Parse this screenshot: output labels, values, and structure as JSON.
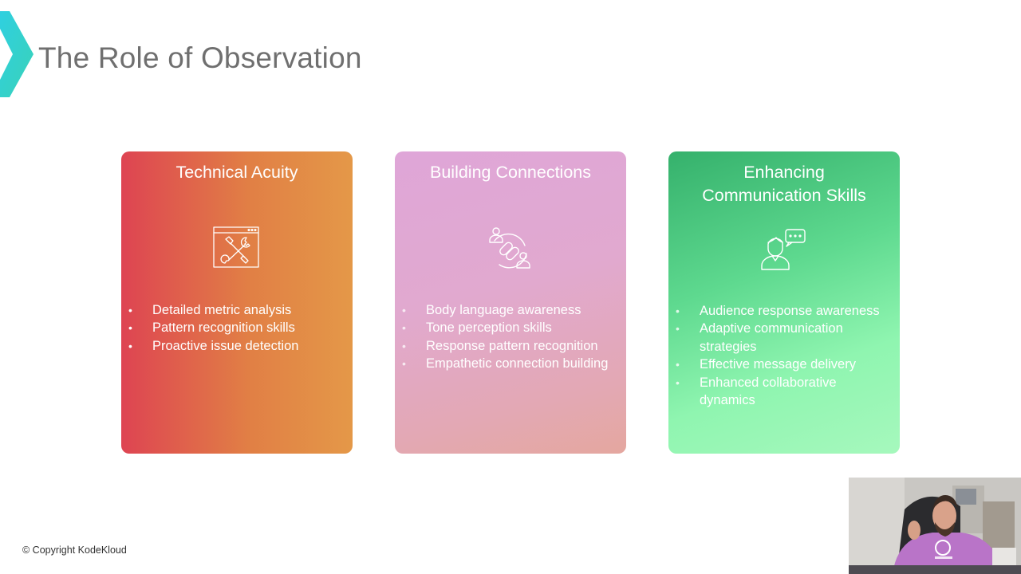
{
  "slide": {
    "title": "The Role of Observation",
    "copyright": "© Copyright KodeKloud"
  },
  "cards": [
    {
      "title": "Technical Acuity",
      "icon": "tools-window-icon",
      "bullets": [
        "Detailed metric analysis",
        "Pattern recognition skills",
        "Proactive issue detection"
      ]
    },
    {
      "title": "Building Connections",
      "icon": "people-link-icon",
      "bullets": [
        "Body language awareness",
        "Tone perception skills",
        "Response pattern recognition",
        "Empathetic connection building"
      ]
    },
    {
      "title": "Enhancing Communication Skills",
      "icon": "person-speech-bubble-icon",
      "bullets": [
        "Audience response awareness",
        "Adaptive communication strategies",
        "Effective message delivery",
        "Enhanced collaborative dynamics"
      ]
    }
  ],
  "colors": {
    "accent_logo": "#3ccfd8",
    "title_text": "#6f6f6f",
    "card1_start": "#de4452",
    "card1_end": "#e49848",
    "card2_start": "#dfa6d8",
    "card2_end": "#e4a79f",
    "card3_start": "#35b16c",
    "card3_end": "#a6f8bd"
  },
  "presenter_video": {
    "icon": "presenter-webcam-icon"
  }
}
